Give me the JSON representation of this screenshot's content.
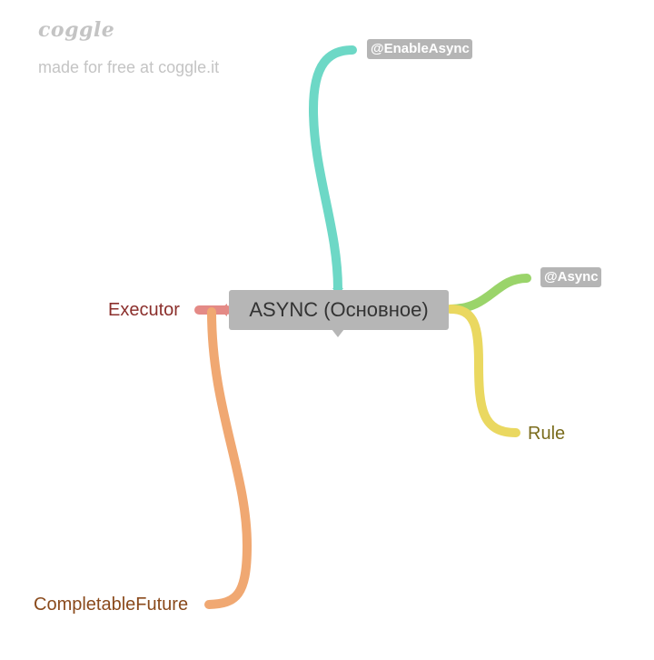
{
  "branding": {
    "logo": "coggle",
    "tagline": "made for free at coggle.it"
  },
  "mindmap": {
    "root": {
      "label": "ASYNC (Основное)"
    },
    "branches": [
      {
        "id": "enable-async",
        "label": "@EnableAsync",
        "style": "tag",
        "color": "#6dd8c6"
      },
      {
        "id": "async",
        "label": "@Async",
        "style": "tag",
        "color": "#9ad46a"
      },
      {
        "id": "rule",
        "label": "Rule",
        "style": "text",
        "color": "#ead860",
        "text_color": "#7a6c1c"
      },
      {
        "id": "executor",
        "label": "Executor",
        "style": "text",
        "color": "#e48a86",
        "text_color": "#8b2f2c"
      },
      {
        "id": "completable-future",
        "label": "CompletableFuture",
        "style": "text",
        "color": "#f0a872",
        "text_color": "#8a4a1c"
      }
    ]
  }
}
